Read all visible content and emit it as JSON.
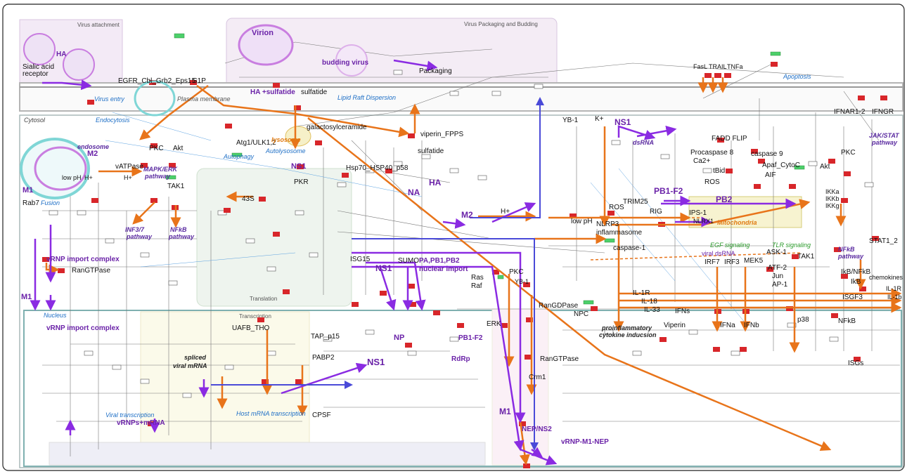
{
  "regions": {
    "virus_attachment": "Virus attachment",
    "packaging_budding": "Virus Packaging and Budding",
    "cytosol": "Cytosol",
    "nucleus": "Nucleus",
    "translation": "Translation",
    "transcription": "Transcription"
  },
  "labels": {
    "virion": "Virion",
    "ha_attach": "HA",
    "sialic": [
      "Sialic acid",
      "receptor"
    ],
    "egfr": "EGFR_Cbl_Grb2_Eps15",
    "s1p": "S1P",
    "virus_entry": "Virus entry",
    "plasma_membrane": "Plasma membrane",
    "budding": "budding virus",
    "packaging": "Packaging",
    "ha_sulfatide": "HA +sulfatide",
    "sulfatide1": "sulfatide",
    "lipid_raft": "Lipid Raft Dispersion",
    "galacto": "galactosylceramide",
    "atg1": "Atg1/ULK1,2",
    "autophagy": "Autophagy",
    "autolysosome": "Autolysosome",
    "lysosome": "lysosome",
    "viperin_fpps": "viperin_FPPS",
    "sulfatide2": "sulfatide",
    "yb1_top": "YB-1",
    "endocytosis": "Endocytosis",
    "endosome": "endosome",
    "m2_endo": "M2",
    "pkc_left": "PKC",
    "akt_left": "Akt",
    "mapk": [
      "MAPK/ERK",
      "pathway"
    ],
    "vatpase": "vATPase",
    "low_ph_left": "low pH",
    "h_plus1": "H+",
    "h_plus2": "H+",
    "m1_left": "M1",
    "rab7": "Rab7",
    "fusion": "Fusion",
    "tak1_left": "TAK1",
    "inf37": [
      "INF3/7",
      "pathway"
    ],
    "nfkb_left": [
      "NFkB",
      "pathway"
    ],
    "ns1_pkr": "NS1",
    "pkr": "PKR",
    "hsp": "Hsp70_HSP40_p58",
    "s43": "43S",
    "ha_mid": "HA",
    "na_mid": "NA",
    "m2_mid": "M2",
    "h_plus_mid": "H+",
    "vrnp_import1": "vRNP import complex",
    "rangtpase1": "RanGTPase",
    "m1_lower": "M1",
    "vrnp_import2": "vRNP import complex",
    "isg15": "ISG15",
    "ns1_mid": "NS1",
    "sumo": "SUMO",
    "pa_import": [
      "PA,PB1,PB2",
      "nuclear import"
    ],
    "ras": "Ras",
    "raf": "Raf",
    "pkc_mid": "PKC",
    "yb1_mid": "YB-1",
    "ranGDPase": "RanGDPase",
    "erk": "ERK",
    "uafb": "UAFB_THO",
    "tap": "TAP_p15",
    "np": "NP",
    "pb1f2_nuc": "PB1-F2",
    "pabp2": "PABP2",
    "spliced": [
      "spliced",
      "viral mRNA"
    ],
    "ns1_nuc": "NS1",
    "rdrp": "RdRp",
    "rangtpase2": "RanGTPase",
    "crm1": "Crm1",
    "viral_trans": "Viral transcription",
    "vrnps_mrna": "vRNPs+mRNA",
    "host_mrna": "Host mRNA transcription",
    "cpsf": "CPSF",
    "m1_nuc": "M1",
    "nep": "NEP/NS2",
    "vrnp_m1_nep": "vRNP-M1-NEP",
    "npc": "NPC",
    "viperin": "Viperin",
    "proinflam": [
      "proinflammatory",
      "cytokine inducsion"
    ],
    "k_plus": "K+",
    "ns1_right": "NS1",
    "dsrna": "dsRNA",
    "pb1f2": "PB1-F2",
    "pb2": "PB2",
    "ros1": "ROS",
    "ros2": "ROS",
    "trim25": "TRIM25",
    "rig": "RIG",
    "low_ph_right": "low pH",
    "nlrp3": [
      "NLRP3",
      "inflammasome"
    ],
    "caspase1": "caspase-1",
    "ips1": "IPS-1",
    "nlrx1": "NLRX1",
    "mitochondria": "Mitochondria",
    "fadd": "FADD FLIP",
    "procasp8": "Procaspase 8",
    "ca2": "Ca2+",
    "tbid": "tBid",
    "casp9": "caspase 9",
    "apaf": "Apaf_CytoC",
    "aif": "AIF",
    "fasl": "FasL",
    "trail": "TRAIL",
    "tnfa": "TNFa",
    "apoptosis": "Apoptosis",
    "ifnar": "IFNAR1-2",
    "ifngr": "IFNGR",
    "jakstat": [
      "JAK/STAT",
      "pathway"
    ],
    "pkc_right": "PKC",
    "akt_right": "Akt",
    "ikka": "IKKa",
    "ikkb": "IKKb",
    "ikkg": "IKKg",
    "stat1": "STAT1_2",
    "egf_sig": "EGF signaling",
    "tlr_sig": "TLR signaling",
    "ask1": "ASK-1",
    "mek5": "MEK5",
    "tak1_right": "TAK1",
    "nfkb_right": [
      "NFkB",
      "pathway"
    ],
    "irf7": "IRF7",
    "irf3": "IRF3",
    "atf2": "ATF-2",
    "jun": "Jun",
    "ap1": "AP-1",
    "ikb_nfkb": "IkB/NFkB",
    "ikb": "IkB",
    "chemokines": "chemokines",
    "isgf3": "ISGF3",
    "il1r_right": "IL-1R",
    "il1b": "IL-1b",
    "il1r": "IL-1R",
    "il18": "IL-18",
    "il33": "IL-33",
    "ifns": "IFNs",
    "ifna": "IFNa",
    "ifnb": "IFNb",
    "p38": "p38",
    "nfkb_nuc": "NFkB",
    "isgs": "ISGs",
    "viral_dsrna": "viral dsRNA"
  },
  "colors": {
    "purple": "#8a2be2",
    "dark_purple": "#6a22a8",
    "orange": "#e8741a",
    "red_node": "#d8262a",
    "teal_ring": "#7fd6d6",
    "blue_label": "#1e6fc6",
    "nucleus_border": "#7fb0b0",
    "cytosol_border": "#a8b8b8"
  }
}
